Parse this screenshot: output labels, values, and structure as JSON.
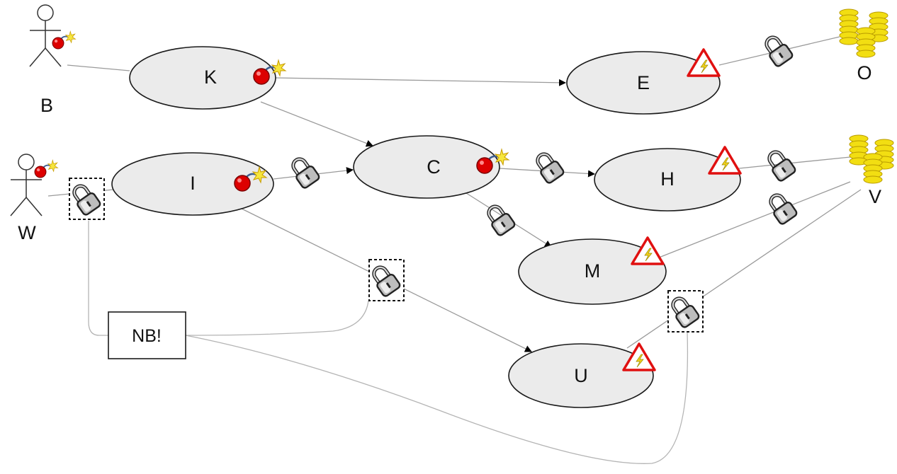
{
  "actors": {
    "b": {
      "label": "B"
    },
    "w": {
      "label": "W"
    }
  },
  "nodes": {
    "k": {
      "label": "K"
    },
    "e": {
      "label": "E"
    },
    "c": {
      "label": "C"
    },
    "i": {
      "label": "I"
    },
    "h": {
      "label": "H"
    },
    "m": {
      "label": "M"
    },
    "u": {
      "label": "U"
    }
  },
  "targets": {
    "o": {
      "label": "O"
    },
    "v": {
      "label": "V"
    }
  },
  "note": {
    "label": "NB!"
  },
  "colors": {
    "node_fill": "#ebebeb",
    "bomb": "#dd0000",
    "warning": "#e01010",
    "coins": "#f2de12",
    "edge": "#9a9a9a"
  },
  "icons": {
    "threat": "bomb-icon",
    "vulnerability": "warning-triangle-icon",
    "control": "padlock-icon",
    "asset": "gold-coins-icon",
    "actor": "stick-figure-icon"
  }
}
